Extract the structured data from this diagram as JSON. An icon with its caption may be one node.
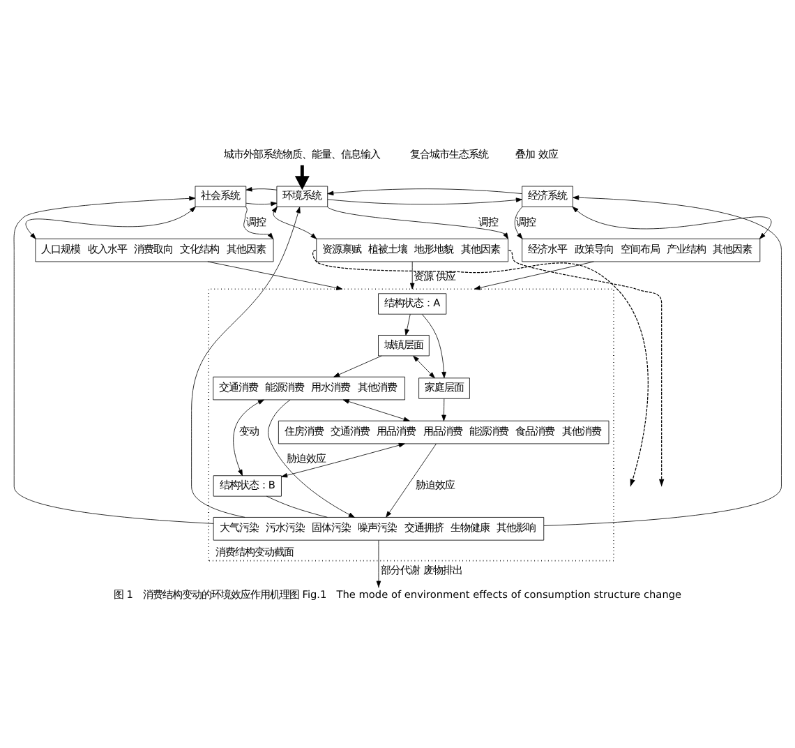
{
  "diagram": {
    "caption": "图 1　消费结构变动的环境效应作用机理图 Fig.1　The mode of environment effects of consumption structure change",
    "nodes": [
      {
        "text": [
          "社会系统"
        ]
      },
      {
        "text": [
          "环境系统"
        ]
      },
      {
        "text": [
          "经济系统"
        ]
      },
      {
        "text": [
          "人口规模",
          "收入水平",
          "消费取向",
          "文化结构",
          "其他因素"
        ]
      },
      {
        "text": [
          "资源禀赋",
          "植被土壤",
          "地形地貌",
          "其他因素"
        ]
      },
      {
        "text": [
          "经济水平",
          "政策导向",
          "空间布局",
          "产业结构",
          "其他因素"
        ]
      },
      {
        "text": [
          "消费结构变动截面"
        ]
      },
      {
        "text": [
          "结构状态：A"
        ],
        "in": 6
      },
      {
        "text": [
          "城镇层面"
        ],
        "in": 6
      },
      {
        "text": [
          "家庭层面"
        ],
        "in": 6
      },
      {
        "text": [
          "交通消费",
          "能源消费",
          "用水消费",
          "其他消费"
        ],
        "in": 6
      },
      {
        "text": [
          "住房消费",
          "交通消费",
          "用品消费",
          "用品消费",
          "能源消费",
          "食品消费",
          "其他消费"
        ],
        "in": 6
      },
      {
        "text": [
          "结构状态：B"
        ],
        "in": 6
      },
      {
        "text": [
          "大气污染",
          "污水污染",
          "固体污染",
          "噪声污染",
          "交通拥挤",
          "生物健康",
          "其他影响"
        ],
        "in": 6
      },
      {
        "text": [
          "城市外部系统物质、能量、信息输入"
        ]
      }
    ],
    "edges": [
      {
        "from": 14,
        "to": 1,
        "arrow": "to",
        "style": "thick"
      },
      {
        "from": 0,
        "to": 1,
        "arrow": "to"
      },
      {
        "from": 1,
        "to": 0,
        "arrow": "to"
      },
      {
        "from": 1,
        "to": 2,
        "arrow": "to"
      },
      {
        "from": 2,
        "to": 1,
        "arrow": "to"
      },
      {
        "from": 0,
        "to": 3,
        "arrow": "both"
      },
      {
        "from": 0,
        "to": 3,
        "arrow": "to",
        "label": "调控"
      },
      {
        "from": 1,
        "to": 4,
        "arrow": "both"
      },
      {
        "from": 1,
        "to": 4,
        "arrow": "to",
        "label": "调控"
      },
      {
        "from": 2,
        "to": 5,
        "arrow": "to",
        "label": "调控"
      },
      {
        "from": 2,
        "to": 5,
        "arrow": "both"
      },
      {
        "from": 3,
        "to": 6,
        "arrow": "to"
      },
      {
        "from": 4,
        "to": 6,
        "arrow": "to",
        "label": "资源 供应"
      },
      {
        "from": 5,
        "to": 6,
        "arrow": "to"
      },
      {
        "from": 4,
        "to": null,
        "arrow": "to",
        "style": "dashed"
      },
      {
        "from": 4,
        "to": null,
        "arrow": "to",
        "style": "dashed"
      },
      {
        "from": 7,
        "to": 8,
        "arrow": "to"
      },
      {
        "from": 7,
        "to": 9,
        "arrow": "to"
      },
      {
        "from": 8,
        "to": 9,
        "arrow": "both"
      },
      {
        "from": 8,
        "to": 10,
        "arrow": "to"
      },
      {
        "from": 9,
        "to": 11,
        "arrow": "to"
      },
      {
        "from": 10,
        "to": 11,
        "arrow": "both"
      },
      {
        "from": 10,
        "to": 12,
        "arrow": "both",
        "label": "变动"
      },
      {
        "from": 11,
        "to": 12,
        "arrow": "both"
      },
      {
        "from": 10,
        "to": 13,
        "arrow": "to",
        "label": "胁迫效应"
      },
      {
        "from": 11,
        "to": 13,
        "arrow": "to",
        "label": "胁迫效应"
      },
      {
        "from": 12,
        "to": 13,
        "arrow": "none"
      },
      {
        "from": 13,
        "to": 0,
        "arrow": "to"
      },
      {
        "from": 13,
        "to": 1,
        "arrow": "to"
      },
      {
        "from": 13,
        "to": 2,
        "arrow": "to"
      },
      {
        "from": 13,
        "to": null,
        "arrow": "to",
        "label": "部分代谢 废物排出"
      }
    ],
    "labels": [
      "复合城市生态系统",
      "叠加 效应"
    ]
  }
}
